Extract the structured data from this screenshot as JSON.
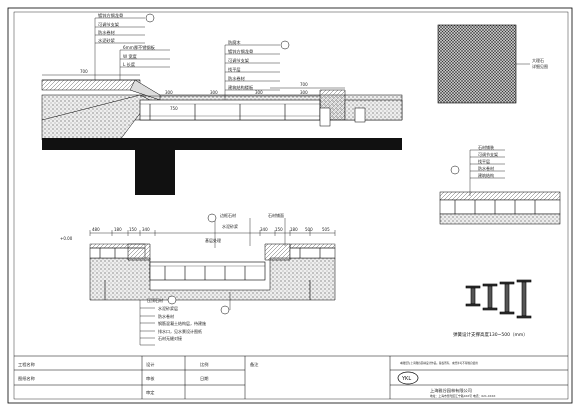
{
  "callouts": {
    "top_left": [
      "镀锌方钢龙骨",
      "可调节支架",
      "防水卷材",
      "水泥砂浆"
    ],
    "top_left_dim": [
      "6mm厚不锈钢板",
      "W  宽度",
      "L  长度"
    ],
    "top_mid": [
      "防腐木",
      "镀锌方钢龙骨",
      "可调节支架",
      "找平层",
      "防水卷材",
      "建筑结构楼板"
    ],
    "top_dims": [
      "700",
      "700",
      "300",
      "300",
      "300",
      "300",
      "750"
    ],
    "detail_right": [
      "石材铺装",
      "可调节支架",
      "找平层",
      "防水卷材",
      "建筑结构"
    ],
    "tile_note": [
      "大理石",
      "详细见图"
    ],
    "bottom_dims": [
      "480",
      "180",
      "150",
      "340",
      "340",
      "150",
      "180",
      "500",
      "505"
    ],
    "bottom_labels": [
      "边框石材",
      "水泥砂浆",
      "石材铺面",
      "基层处理"
    ],
    "bottom_left_note": [
      "压顶石材",
      "水泥砂浆层",
      "防水卷材",
      "钢筋混凝土结构层，待建施",
      "排水口，见水景设计图纸",
      "石材无缝对接"
    ],
    "bottom_elev": "+0.00",
    "pedestal_caption": "弹簧设计支撑高度130~500（mm）",
    "title_block": {
      "project_label": "工程名称",
      "drawing_label": "图纸名称",
      "design_label": "设计",
      "check_label": "审核",
      "approve_label": "审定",
      "note_label": "备注",
      "scale_label": "比例",
      "date_label": "日期",
      "company_cn": "上海雅谷园林有限公司",
      "company_note": "地址：上海市普陀区江宁路XXX号 电话：021-XXXX",
      "header_note": "本图纸为上海雅谷园林设计作品，版权所有，未经许可不得擅自使用",
      "logo_text": "YKL"
    }
  }
}
